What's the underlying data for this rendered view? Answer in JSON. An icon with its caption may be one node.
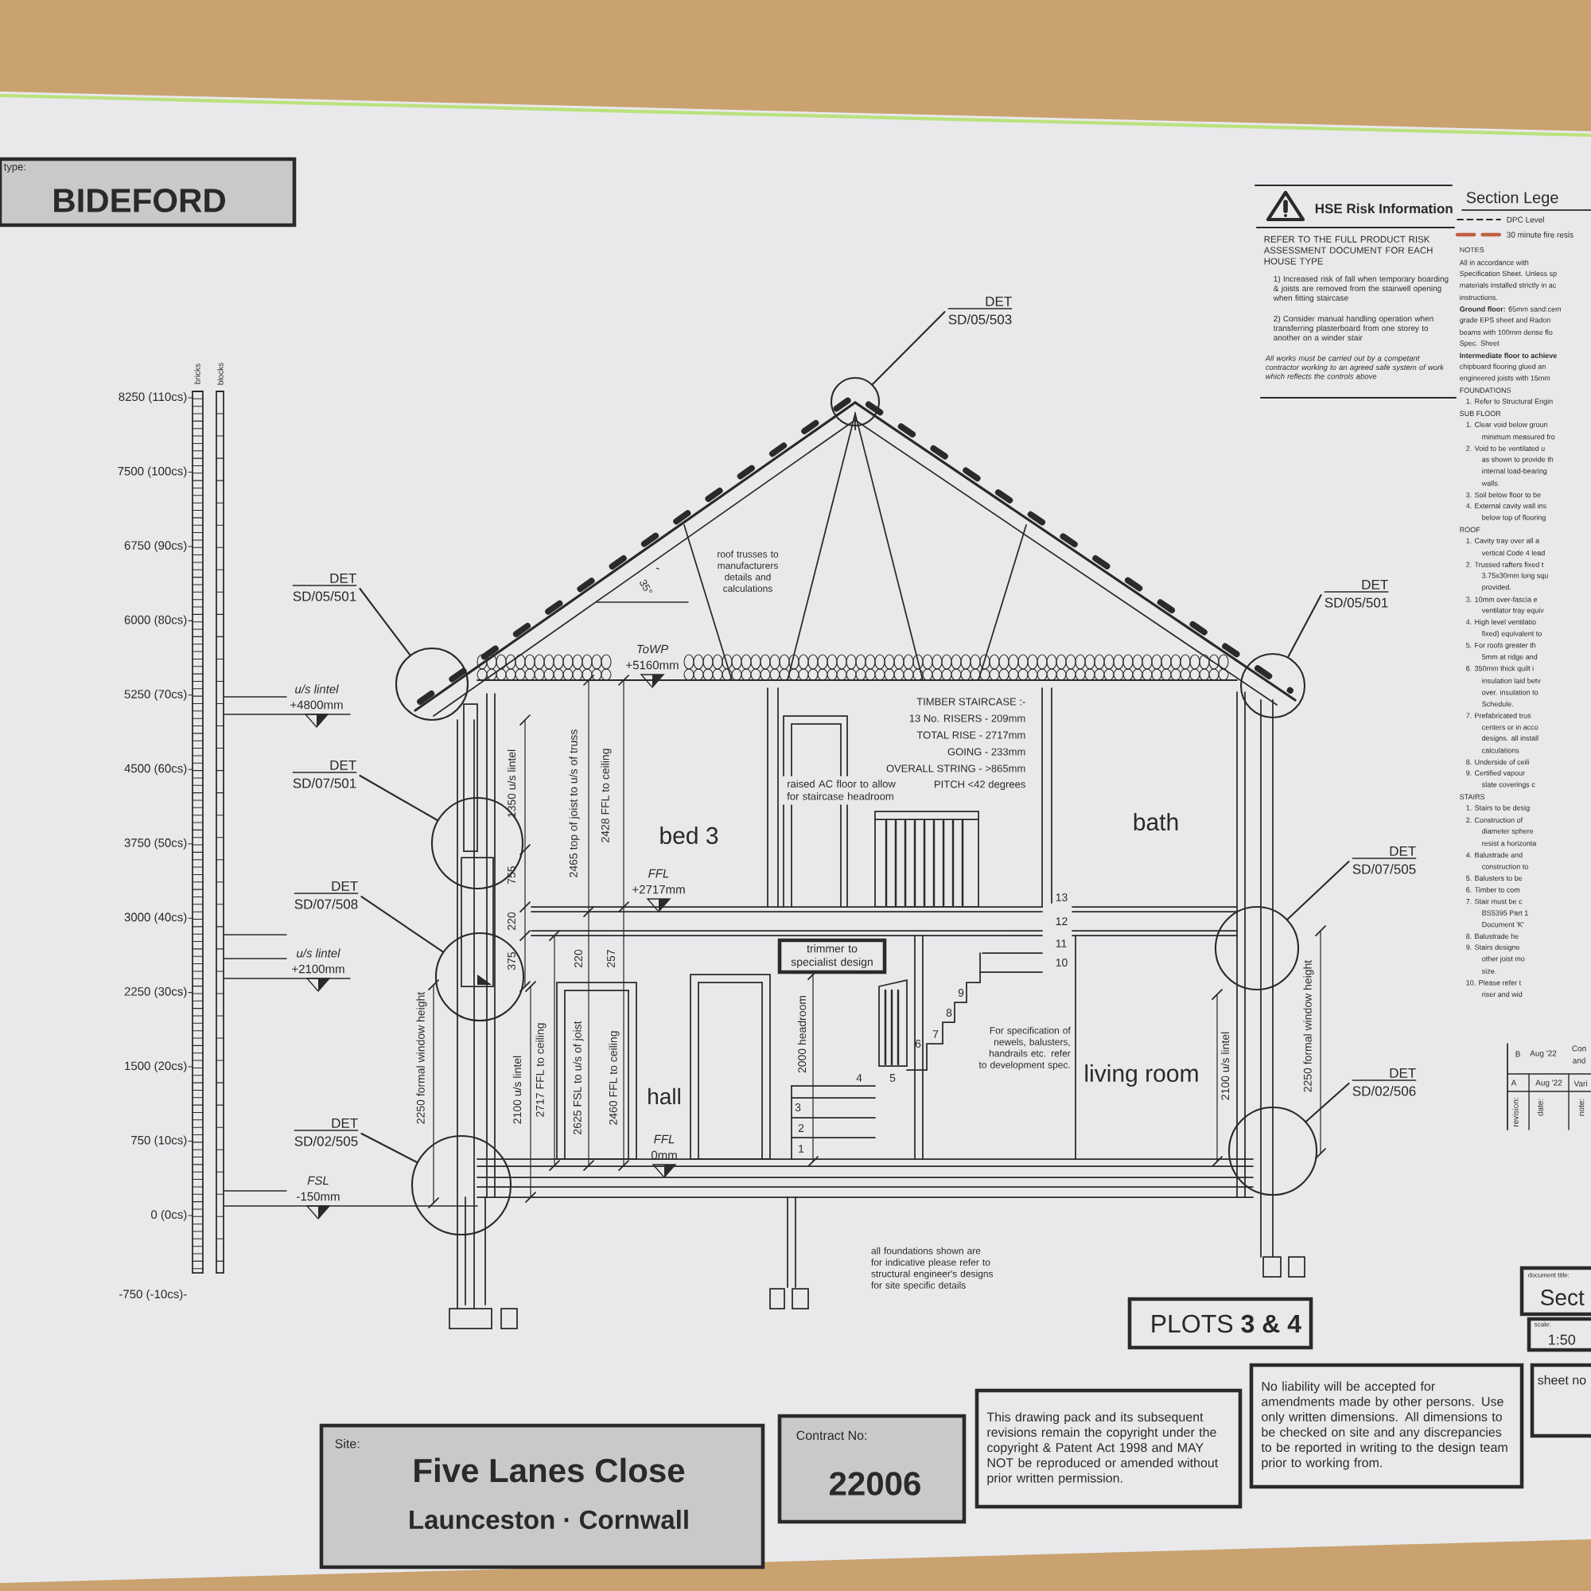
{
  "diagram": {
    "nodes": [
      {
        "text": [
          "type:",
          "BIDEFORD"
        ]
      },
      {
        "text": [
          "DET",
          "SD/05/503"
        ]
      },
      {
        "text": [],
        "shape": "circle"
      },
      {
        "text": [
          "DET",
          "SD/05/501"
        ]
      },
      {
        "text": [],
        "shape": "circle"
      },
      {
        "text": [
          "DET",
          "SD/05/501"
        ]
      },
      {
        "text": [],
        "shape": "circle"
      },
      {
        "text": [
          "DET",
          "SD/07/501"
        ]
      },
      {
        "text": [],
        "shape": "circle"
      },
      {
        "text": [
          "DET",
          "SD/07/508"
        ]
      },
      {
        "text": [],
        "shape": "circle"
      },
      {
        "text": [
          "DET",
          "SD/07/505"
        ]
      },
      {
        "text": [],
        "shape": "circle"
      },
      {
        "text": [
          "DET",
          "SD/02/505"
        ]
      },
      {
        "text": [],
        "shape": "circle"
      },
      {
        "text": [
          "DET",
          "SD/02/506"
        ]
      },
      {
        "text": [],
        "shape": "circle"
      },
      {
        "text": [
          "trimmer to specialist design"
        ]
      },
      {
        "text": [
          "PLOTS **3 & 4**"
        ]
      },
      {
        "text": [
          "Site:",
          "Five Lanes Close",
          "Launceston · Cornwall"
        ]
      },
      {
        "text": [
          "Contract No:",
          "22006"
        ]
      },
      {
        "text": [
          "This drawing pack and its subsequent revisions remain the copyright under the copyright & Patent Act 1998 and MAY NOT be reproduced or amended without prior written permission."
        ]
      },
      {
        "text": [
          "No liability will be accepted for amendments made by other persons. Use only written dimensions. All dimensions to be checked on site and any discrepancies to be reported in writing to the design team prior to working from."
        ]
      },
      {
        "text": [
          "document title:",
          "Sect"
        ]
      },
      {
        "text": [
          "scale:",
          "1:50"
        ]
      },
      {
        "text": [
          "sheet no"
        ]
      }
    ],
    "edges": [
      {
        "from": 1,
        "to": 2,
        "arrow": "none"
      },
      {
        "from": 3,
        "to": 4,
        "arrow": "none"
      },
      {
        "from": 5,
        "to": 6,
        "arrow": "none"
      },
      {
        "from": 7,
        "to": 8,
        "arrow": "none"
      },
      {
        "from": 9,
        "to": 10,
        "arrow": "none"
      },
      {
        "from": 11,
        "to": 12,
        "arrow": "none"
      },
      {
        "from": 13,
        "to": 14,
        "arrow": "none"
      },
      {
        "from": 15,
        "to": 16,
        "arrow": "none"
      }
    ],
    "labels": [
      "bricks",
      "blocks",
      "8250 (110cs)",
      "7500 (100cs)",
      "6750 (90cs)",
      "6000 (80cs)",
      "5250 (70cs)",
      "4500 (60cs)",
      "3750 (50cs)",
      "3000 (40cs)",
      "2250 (30cs)",
      "1500 (20cs)",
      "750 (10cs)",
      "0 (0cs)",
      "-750 (-10cs)-",
      "u/s lintel",
      "+4800mm",
      "u/s lintel",
      "+2100mm",
      "FSL",
      "-150mm",
      "ToWP",
      "+5160mm",
      "FFL",
      "+2717mm",
      "FFL",
      "0mm",
      "roof trusses to manufacturers details and calculations",
      "35°",
      "TIMBER STAIRCASE :-",
      "13 No. RISERS - 209mm",
      "TOTAL RISE - 2717mm",
      "GOING - 233mm",
      "OVERALL STRING - >865mm",
      "PITCH <42 degrees",
      "raised AC floor to allow for staircase headroom",
      "For specification of newels, balusters, handrails etc. refer to development spec.",
      "all foundations shown are for indicative please refer to structural engineer's designs for site specific details",
      "bed 3",
      "bath",
      "hall",
      "living room",
      "1350 u/s lintel",
      "755",
      "220",
      "375",
      "2250 formal window height",
      "2100 u/s lintel",
      "2717 FFL to ceiling",
      "2465 top of joist to u/s of truss",
      "2428 FFL to ceiling",
      "220",
      "257",
      "2625 FSL to u/s of joist",
      "2460 FFL to ceiling",
      "2000 headroom",
      "2100 u/s lintel",
      "2250 formal window height",
      "1",
      "2",
      "3",
      "4",
      "5",
      "6",
      "7",
      "8",
      "9",
      "10",
      "11",
      "12",
      "13",
      "HSE Risk Information",
      "REFER TO THE FULL PRODUCT RISK ASSESSMENT DOCUMENT FOR EACH HOUSE TYPE",
      "1) Increased risk of fall when temporary boarding & joists are removed from the stairwell opening when fitting staircase",
      "2) Consider manual handling operation when transferring plasterboard from one storey to another on a winder stair",
      "All works must be carried out by a competant contractor working to an agreed safe system of work which reflects the controls above",
      "Section Lege",
      "NOTES",
      "All in accordance with",
      "Specification Sheet. Unless sp",
      "materials installed strictly in ac",
      "instructions.",
      "**Ground floor:** 65mm sand:cem",
      "grade EPS sheet and Radon",
      "beams with 100mm dense flo",
      "Spec. Sheet",
      "Intermediate floor to achieve",
      "chipboard flooring glued an",
      "engineered joists with 15mm",
      "FOUNDATIONS",
      "1. Refer to Structural Engin",
      "SUB FLOOR",
      "1. Clear void below groun",
      "minimum measured fro",
      "2. Void to be ventilated u",
      "as shown to provide th",
      "internal load-bearing",
      "walls.",
      "3. Soil below floor to be",
      "4. External cavity wall ins",
      "below top of flooring",
      "ROOF",
      "1. Cavity tray over all a",
      "vertical Code 4 lead",
      "2. Trussed rafters fixed t",
      "3.75x30mm long squ",
      "provided.",
      "3. 10mm over-fascia e",
      "ventilator tray equiv",
      "4. High level ventilatio",
      "fixed) equivalent to",
      "5. For roofs greater th",
      "5mm at ridge and",
      "6. 350mm thick quilt i",
      "insulation laid betv",
      "over. insulation to",
      "Schedule.",
      "7. Prefabricated trus",
      "centers or in acco",
      "designs. all install",
      "calculations",
      "8. Underside of ceili",
      "9. Certified vapour",
      "slate coverings c",
      "STAIRS",
      "1. Stairs to be desig",
      "2. Construction of",
      "diameter sphere",
      "resist a horizonta",
      "4. Balustrade and",
      "construction to",
      "5. Balusters to be",
      "6. Timber to com",
      "7. Stair must be c",
      "BS5395 Part 1",
      "Document 'K'",
      "8. Balustrade he",
      "9. Stairs designe",
      "other joist mo",
      "size.",
      "10. Please refer t",
      "riser and wid",
      "B",
      "Aug '22",
      "Con",
      "and",
      "A",
      "Aug '22",
      "Vari",
      "revision:",
      "date:",
      "note:"
    ],
    "legend": [
      {
        "text": "DPC Level"
      },
      {
        "text": "30 minute fire resis"
      }
    ]
  }
}
